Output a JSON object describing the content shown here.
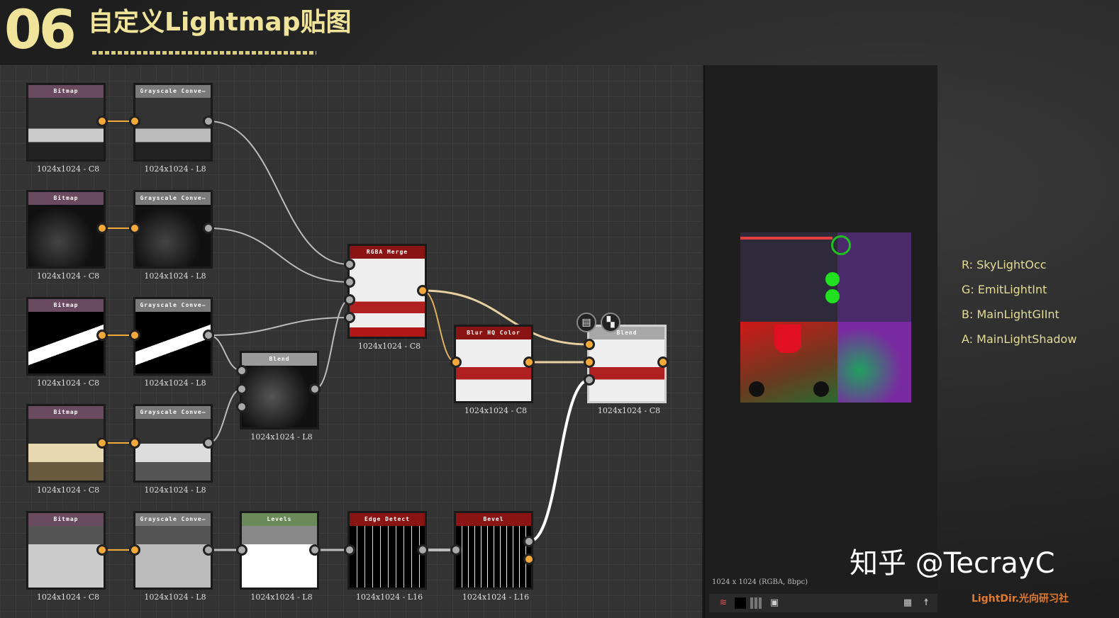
{
  "slide": {
    "number": "06",
    "title": "自定义Lightmap贴图"
  },
  "nodes": [
    {
      "title": "Bitmap",
      "label": "1024x1024 - C8",
      "color": "#6a4a5e"
    },
    {
      "title": "Grayscale Conve—",
      "label": "1024x1024 - L8",
      "color": "#7a7a7a"
    },
    {
      "title": "Bitmap",
      "label": "1024x1024 - C8",
      "color": "#6a4a5e"
    },
    {
      "title": "Grayscale Conve—",
      "label": "1024x1024 - L8",
      "color": "#7a7a7a"
    },
    {
      "title": "Bitmap",
      "label": "1024x1024 - C8",
      "color": "#6a4a5e"
    },
    {
      "title": "Grayscale Conve—",
      "label": "1024x1024 - L8",
      "color": "#7a7a7a"
    },
    {
      "title": "Bitmap",
      "label": "1024x1024 - C8",
      "color": "#6a4a5e"
    },
    {
      "title": "Grayscale Conve—",
      "label": "1024x1024 - L8",
      "color": "#7a7a7a"
    },
    {
      "title": "Bitmap",
      "label": "1024x1024 - C8",
      "color": "#6a4a5e"
    },
    {
      "title": "Grayscale Conve—",
      "label": "1024x1024 - L8",
      "color": "#7a7a7a"
    },
    {
      "title": "Levels",
      "label": "1024x1024 - L8",
      "color": "#6a8a5a"
    },
    {
      "title": "Edge Detect",
      "label": "1024x1024 - L16",
      "color": "#8a1414"
    },
    {
      "title": "Bevel",
      "label": "1024x1024 - L16",
      "color": "#8a1414"
    },
    {
      "title": "Blend",
      "label": "1024x1024 - L8",
      "color": "#9a9a9a"
    },
    {
      "title": "RGBA Merge",
      "label": "1024x1024 - C8",
      "color": "#8a1414"
    },
    {
      "title": "Blur HQ Color",
      "label": "1024x1024 - C8",
      "color": "#8a1414"
    },
    {
      "title": "Blend",
      "label": "1024x1024 - C8",
      "color": "#a8a8a8"
    }
  ],
  "viewer": {
    "info": "1024 x 1024 (RGBA, 8bpc)",
    "icons": [
      "layers-icon",
      "black-swatch-icon",
      "channels-icon",
      "display-icon",
      "grid-icon",
      "person-icon"
    ]
  },
  "legend": [
    "R: SkyLightOcc",
    "G: EmitLightInt",
    "B: MainLightGIInt",
    "A: MainLightShadow"
  ],
  "watermark": "知乎 @TecrayC",
  "brand": "LightDir.光向研习社",
  "colors": {
    "accent": "#efe49a",
    "port_output": "#f4a93a",
    "wire": "#cfc8a8"
  }
}
